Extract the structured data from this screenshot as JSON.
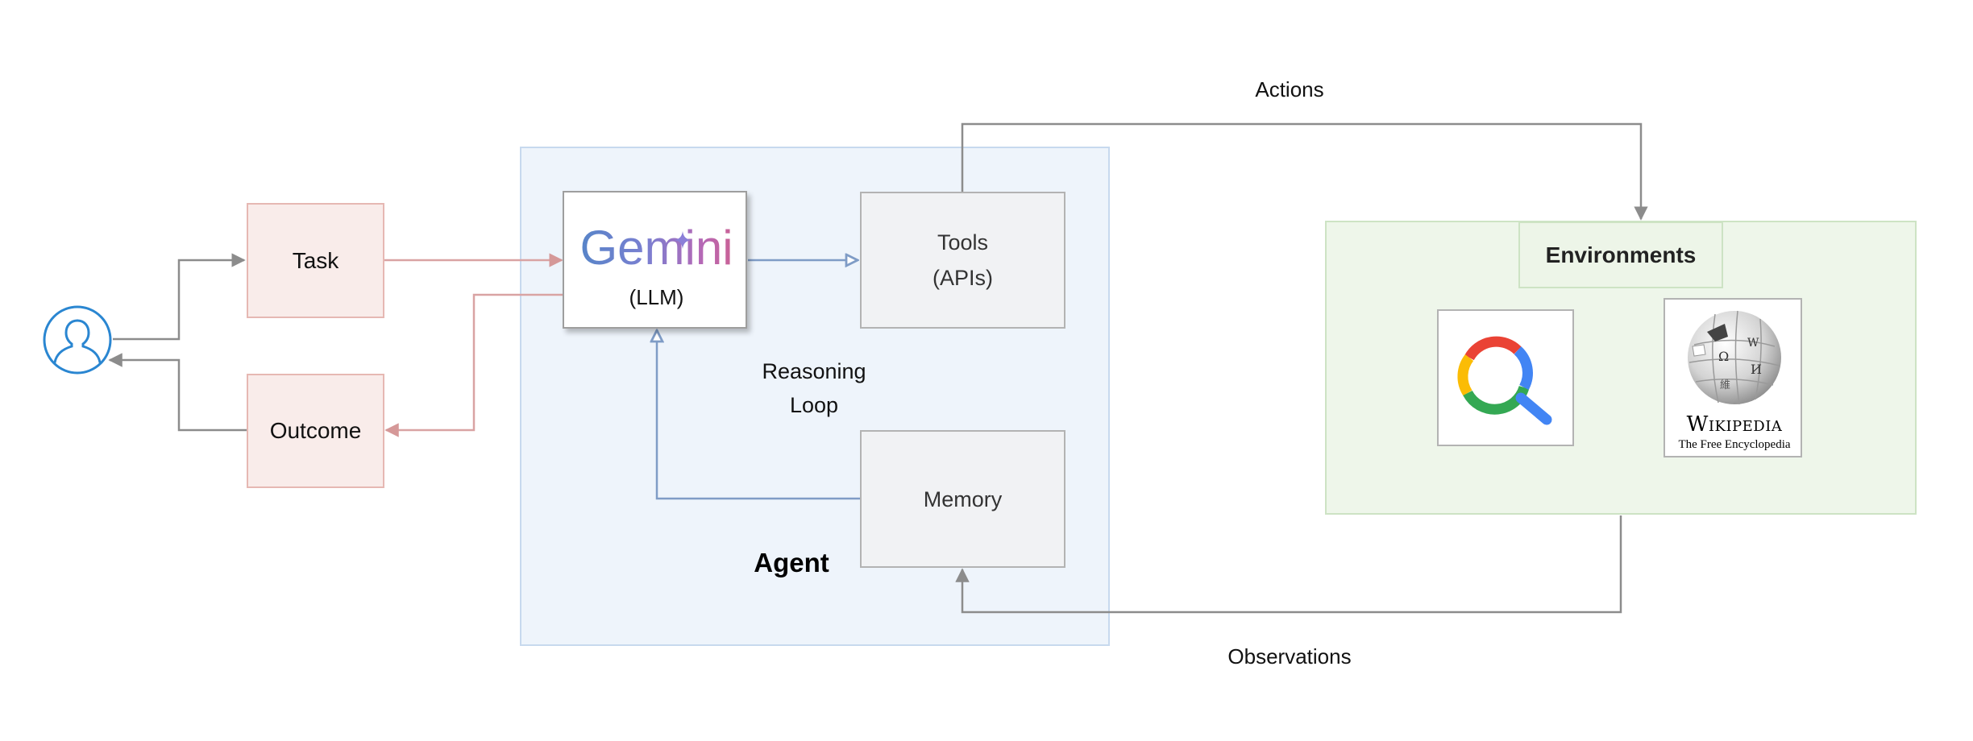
{
  "user": {
    "icon": "user-icon"
  },
  "task": {
    "label": "Task"
  },
  "outcome": {
    "label": "Outcome"
  },
  "agent": {
    "title": "Agent",
    "llm": {
      "logo_text": "Gemini",
      "subtitle": "(LLM)",
      "icon": "gemini-sparkle-icon"
    },
    "tools": {
      "line1": "Tools",
      "line2": "(APIs)"
    },
    "memory": {
      "label": "Memory"
    },
    "loop": {
      "line1": "Reasoning",
      "line2": "Loop"
    }
  },
  "environments": {
    "title": "Environments",
    "search_icon": "google-search-icon",
    "wikipedia": {
      "icon": "wikipedia-globe-icon",
      "name": "Wikipedia",
      "tagline": "The Free Encyclopedia"
    }
  },
  "edges": {
    "actions": "Actions",
    "observations": "Observations"
  },
  "colors": {
    "pink_edge": "#d9a3a3",
    "blue_edge": "#7f9cc6",
    "grey_edge": "#8c8c8c",
    "user_blue": "#2a86d1"
  }
}
